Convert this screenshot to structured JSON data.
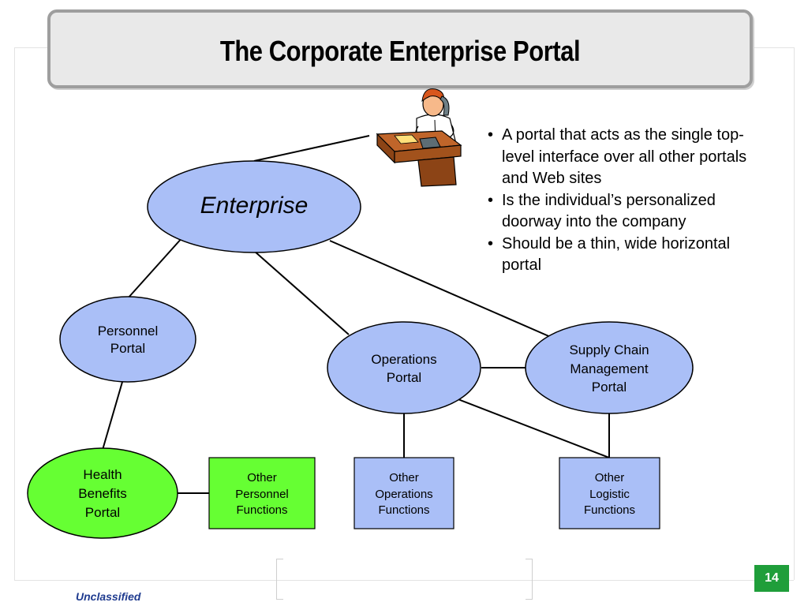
{
  "title": "The Corporate Enterprise Portal",
  "nodes": {
    "enterprise": "Enterprise",
    "personnel": [
      "Personnel",
      "Portal"
    ],
    "operations": [
      "Operations",
      "Portal"
    ],
    "supply_chain": [
      "Supply Chain",
      "Management",
      "Portal"
    ],
    "health": [
      "Health",
      "Benefits",
      "Portal"
    ],
    "other_personnel": [
      "Other",
      "Personnel",
      "Functions"
    ],
    "other_operations": [
      "Other",
      "Operations",
      "Functions"
    ],
    "other_logistic": [
      "Other",
      "Logistic",
      "Functions"
    ]
  },
  "bullets": [
    "A portal that acts as the single top-level interface over all other portals and Web sites",
    "Is the individual’s personalized doorway into the company",
    "Should be a thin, wide horizontal portal"
  ],
  "footer": {
    "page_number": "14",
    "classification": "Unclassified"
  },
  "colors": {
    "portal_blue": "#aabff7",
    "health_green": "#66ff33",
    "functions_green": "#66ff33",
    "functions_blue": "#aabff7",
    "page_badge": "#1f9e3a"
  },
  "icons": {
    "clip_art": "person-at-desk-on-phone-icon"
  }
}
